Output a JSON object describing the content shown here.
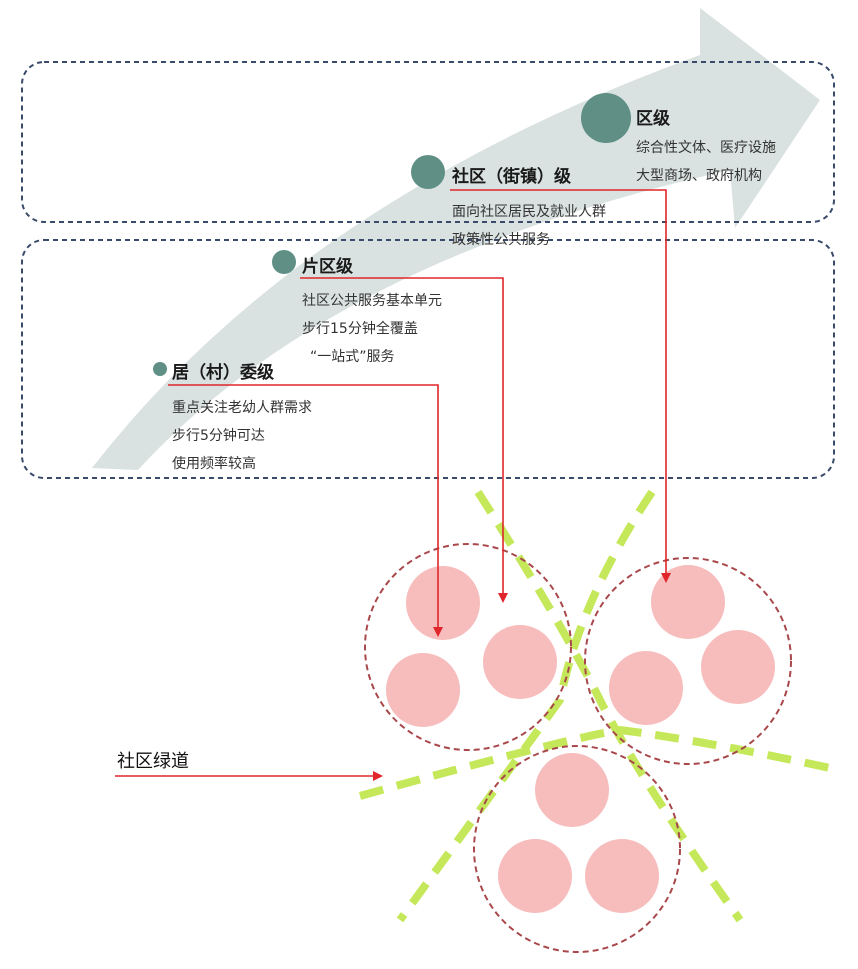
{
  "levels": [
    {
      "title": "居（村）委级",
      "lines": [
        "重点关注老幼人群需求",
        "步行5分钟可达",
        "使用频率较高"
      ]
    },
    {
      "title": "片区级",
      "lines": [
        "社区公共服务基本单元",
        "步行15分钟全覆盖",
        "“一站式”服务"
      ]
    },
    {
      "title": "社区（街镇）级",
      "lines": [
        "面向社区居民及就业人群",
        "政策性公共服务"
      ]
    },
    {
      "title": "区级",
      "lines": [
        "综合性文体、医疗设施",
        "大型商场、政府机构"
      ]
    }
  ],
  "greenway_label": "社区绿道",
  "colors": {
    "arrow": "#d9e2e0",
    "node": "#5f8f85",
    "dashed_box": "#3a4a6b",
    "pointer": "#e0262a",
    "cluster_ring": "#a9484b",
    "facility": "#f7bcbc",
    "greenway": "#c5e85a"
  }
}
